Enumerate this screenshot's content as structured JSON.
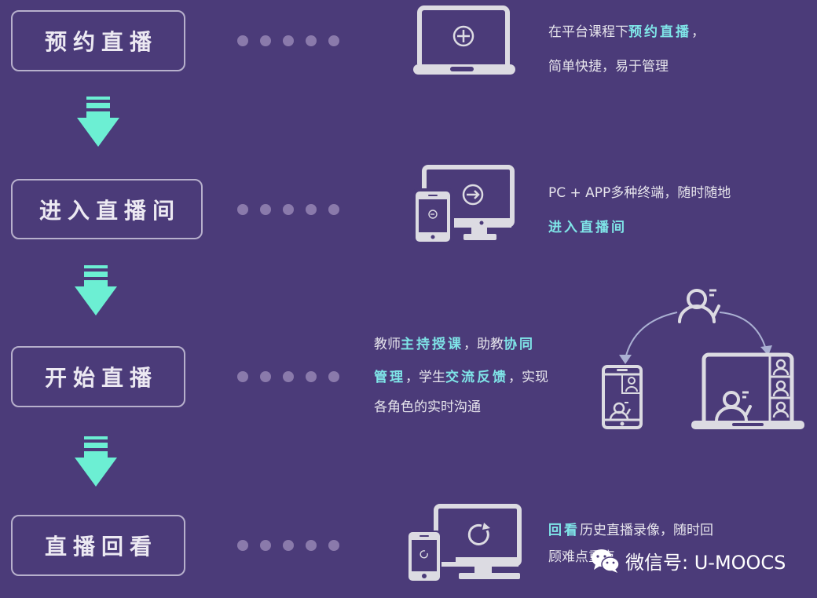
{
  "colors": {
    "background": "#4b3b79",
    "accent": "#6cefd3",
    "highlight_text": "#7fe5e8",
    "icon": "#dcdbe2",
    "dot": "#8a7aab"
  },
  "steps": [
    {
      "label": "预约直播",
      "icon": "laptop-plus-icon",
      "desc": {
        "l1_a": "在平台课程下",
        "l1_hl": "预约直播",
        "l1_b": "，",
        "l2": "简单快捷，易于管理"
      }
    },
    {
      "label": "进入直播间",
      "icon": "devices-enter-icon",
      "desc": {
        "l1": "PC + APP多种终端，随时随地",
        "l2_hl": "进入直播间"
      }
    },
    {
      "label": "开始直播",
      "icon": "teacher-broadcast-icon",
      "desc": {
        "l1_a": "教师",
        "l1_hl1": "主持授课",
        "l1_b": "，助教",
        "l1_hl2": "协同",
        "l2_hl1": "管理",
        "l2_a": "，学生",
        "l2_hl2": "交流反馈",
        "l2_b": "，实现",
        "l3": "各角色的实时沟通"
      }
    },
    {
      "label": "直播回看",
      "icon": "devices-replay-icon",
      "desc": {
        "l1_hl": "回看",
        "l1_a": "历史直播录像，随时回",
        "l2": "顾难点重点"
      }
    }
  ],
  "watermark": {
    "icon": "wechat-icon",
    "text": "微信号: U-MOOCS"
  }
}
